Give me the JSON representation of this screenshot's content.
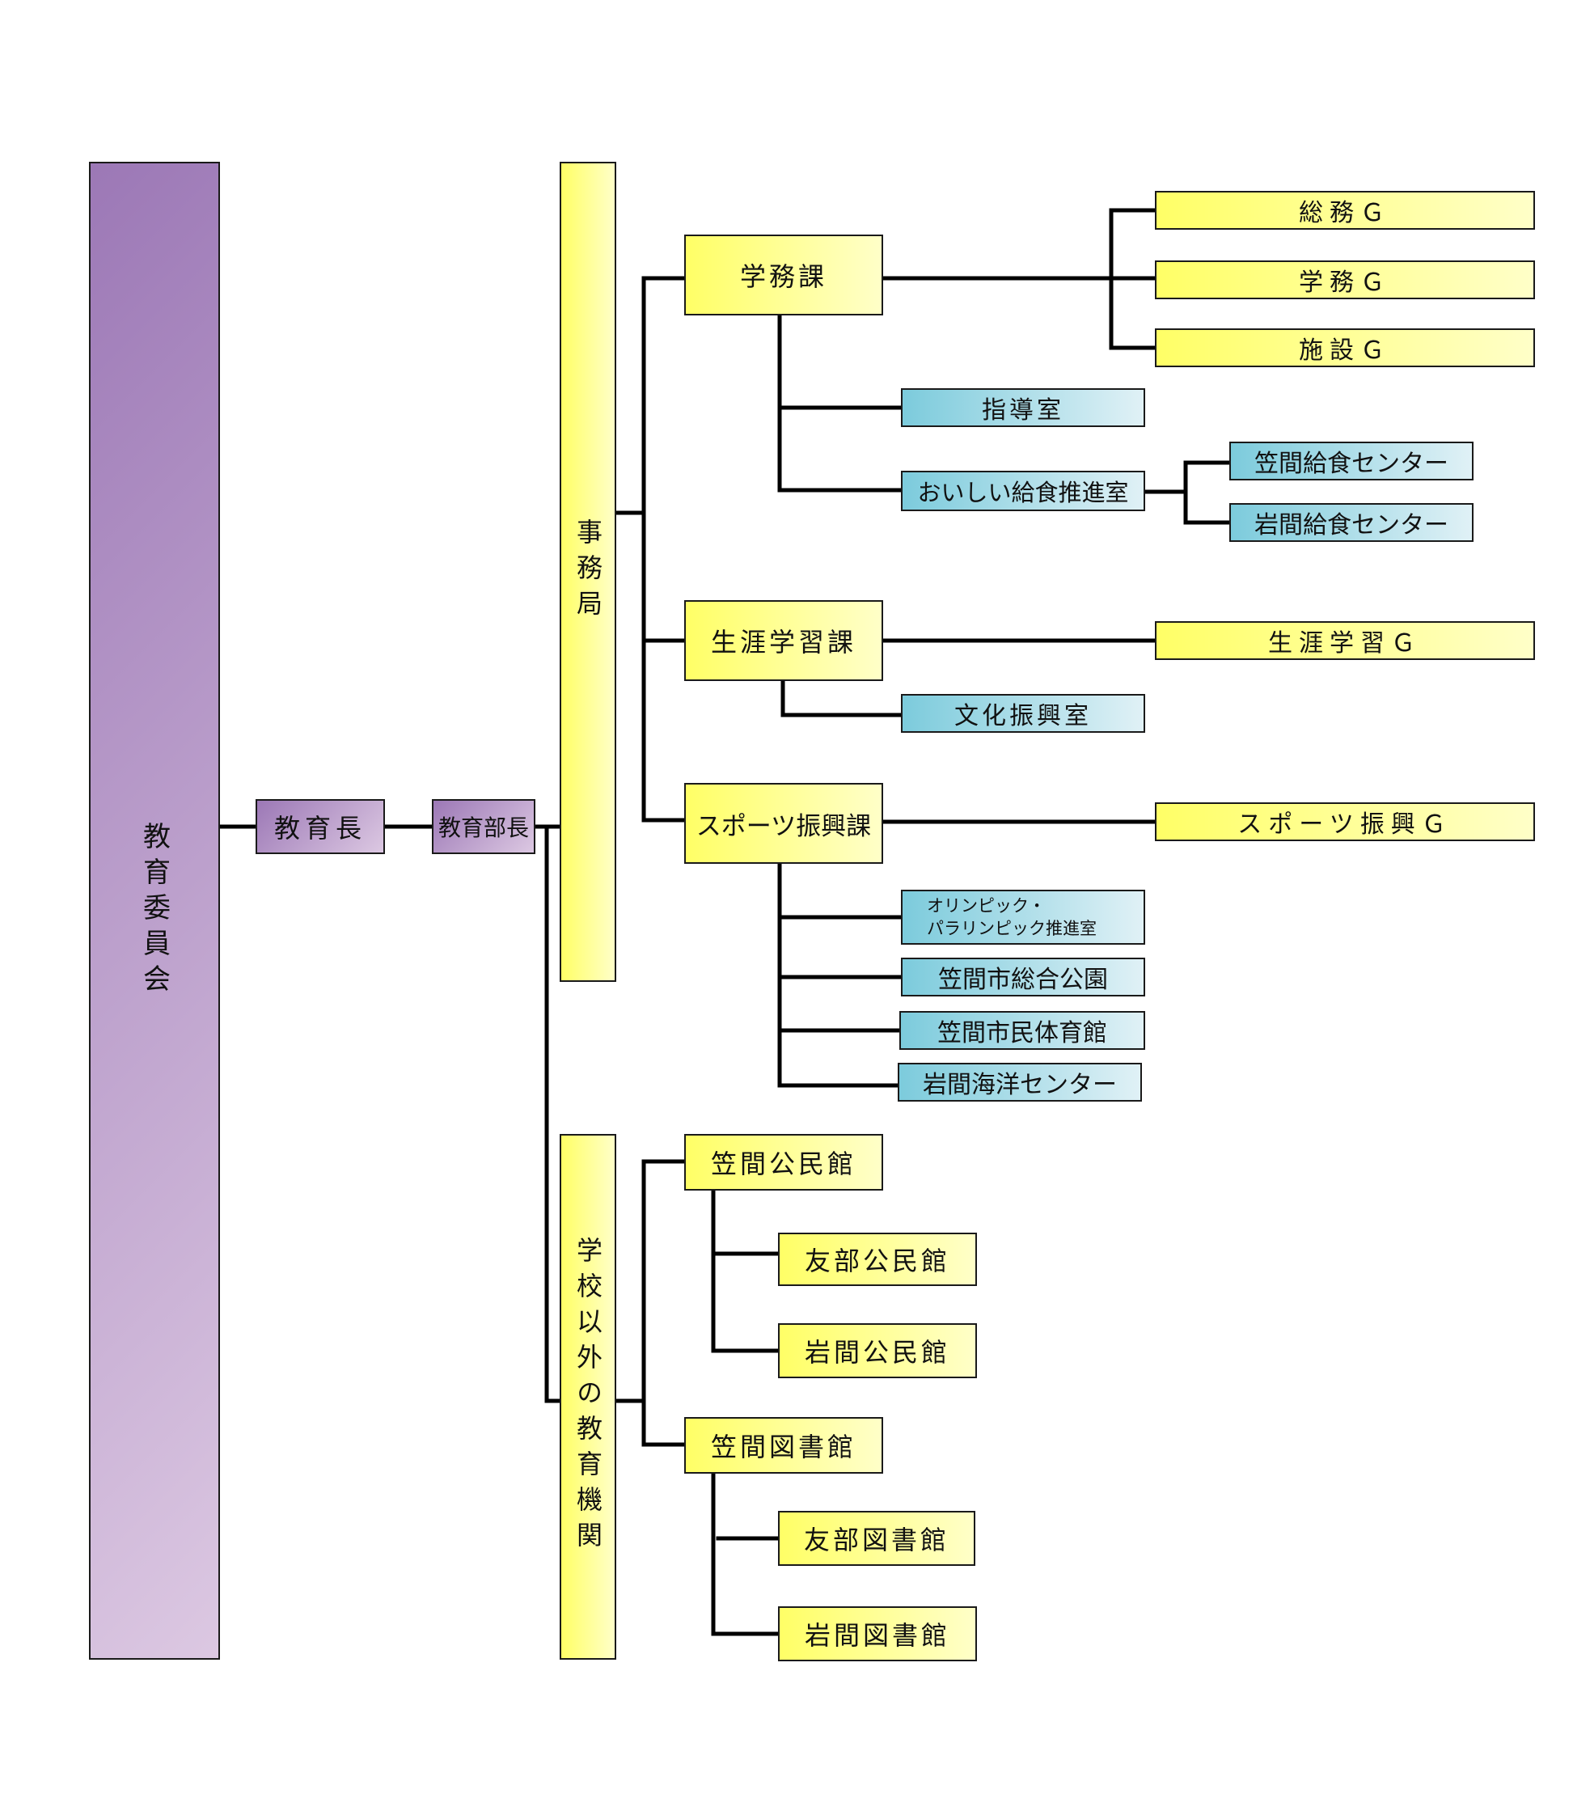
{
  "board": {
    "label": "教育委員会"
  },
  "superintendent": {
    "label": "教育長"
  },
  "department_head": {
    "label": "教育部長"
  },
  "secretariat": {
    "label": "事務局",
    "sections": [
      {
        "label": "学務課",
        "groups": [
          "総務Ｇ",
          "学務Ｇ",
          "施設Ｇ"
        ],
        "offices": [
          "指導室",
          "おいしい給食推進室"
        ],
        "centers": [
          "笠間給食センター",
          "岩間給食センター"
        ]
      },
      {
        "label": "生涯学習課",
        "groups": [
          "生涯学習Ｇ"
        ],
        "offices": [
          "文化振興室"
        ]
      },
      {
        "label": "スポーツ振興課",
        "groups": [
          "スポーツ振興Ｇ"
        ],
        "offices": [
          "オリンピック・",
          "パラリンピック推進室",
          "笠間市総合公園",
          "笠間市民体育館",
          "岩間海洋センター"
        ]
      }
    ]
  },
  "other_institutions": {
    "label": "学校以外の教育機関",
    "halls": [
      {
        "label": "笠間公民館",
        "branches": [
          "友部公民館",
          "岩間公民館"
        ]
      },
      {
        "label": "笠間図書館",
        "branches": [
          "友部図書館",
          "岩間図書館"
        ]
      }
    ]
  },
  "colors": {
    "purple": "#9c78b6",
    "yellow": "#ffff66",
    "blue": "#7ccbdc",
    "line": "#000000"
  }
}
